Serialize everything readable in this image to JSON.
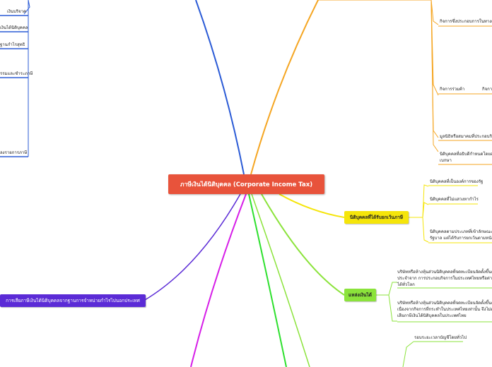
{
  "root": {
    "label": "ภาษีเงินได้นิติบุคคล (Corporate Income Tax)"
  },
  "colors": {
    "root": "#e8533b",
    "yellow": "#f5e50a",
    "green": "#8be33b",
    "purple": "#5b2bd6",
    "orange": "#f5a623",
    "blue": "#2b5bd6",
    "magenta": "#d61ee8"
  },
  "left_branch": {
    "label": "การเสียภาษีเงินได้นิติบุคคลจากฐานการจำหน่ายกำไรไปนอกประเทศ"
  },
  "left_top_items": [
    "เงินบริจาค",
    "เงินได้นิติบุคคล",
    "ฐานกำไรสุทธิ",
    "รรมและชำระภาษี",
    "ลงรายการภาษี"
  ],
  "right_top_items": [
    "กิจการซึ่งประกอบการในทางค้า",
    "กิจการร่วมค้า",
    "กิจกา",
    "มูลนิธิหรือสมาคมที่ประกอบกิจ",
    "นิติบุคคลที่อธิบดีกำหนดโดยอนุ",
    "เบกษา"
  ],
  "juristic": {
    "label": "นิติบุคคลที่ได้รับยกเว้นภาษี",
    "items": [
      "นิติบุคคลที่เป็นองค์การของรัฐ",
      "นิติบุคคลที่ไม่แสวงหากำไร",
      "นิติบุคคลตามประเภทที่เข้าลักษณะตั้ง",
      "รัฐบาล แต่ได้รับการยกเว้นตามหนังสื"
    ]
  },
  "income": {
    "label": "แหล่งเงินได้",
    "items": [
      "บริษัทหรือห้างหุ้นส่วนนิติบุคคลที่จดทะเบียนจัดตั้งขึ้นตามกฎ",
      "ประจำจาก การประกอบกิจการในประเทศไทยหรือต่างประเทศ",
      "ได้ทั่วโลก",
      "บริษัทหรือห้างหุ้นส่วนนิติบุคคลที่จดทะเบียนจัดตั้งขึ้นตามกฎ",
      "เนื่องจากกิจการที่กระทำในประเทศไทยเท่านั้น จึงไม่ต้องเ",
      "เสียภาษีเงินได้นิติบุคคลในประเทศไทย"
    ]
  },
  "bottom_right_item": "รอบระยะเวลาบัญชีโดยทั่วไป"
}
